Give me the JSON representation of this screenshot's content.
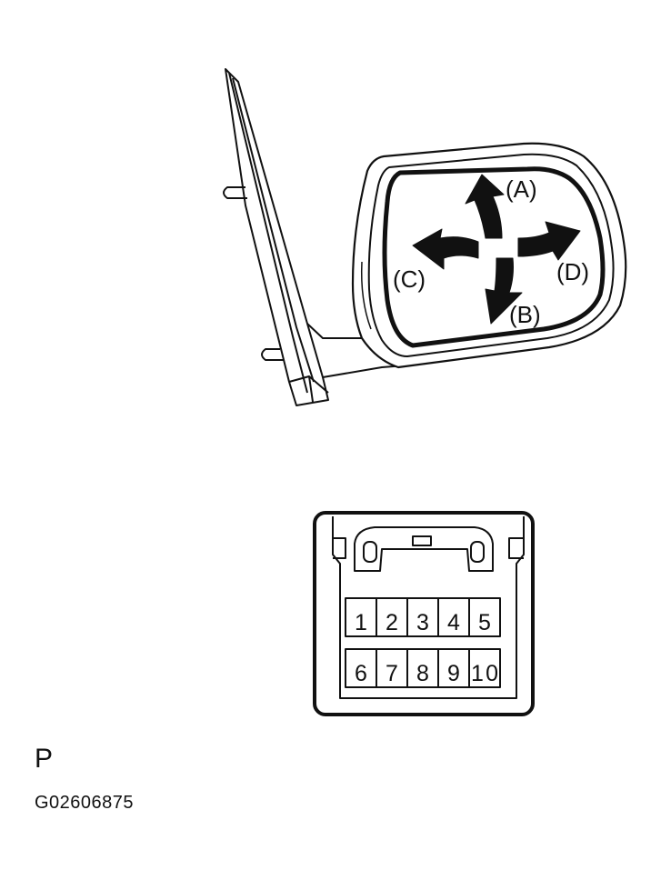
{
  "mirror": {
    "direction_labels": {
      "up": "(A)",
      "down": "(B)",
      "left": "(C)",
      "right": "(D)"
    }
  },
  "connector": {
    "pins_top": [
      "1",
      "2",
      "3",
      "4",
      "5"
    ],
    "pins_bottom": [
      "6",
      "7",
      "8",
      "9",
      "10"
    ]
  },
  "connector_type": "P",
  "figure_code": "G02606875"
}
